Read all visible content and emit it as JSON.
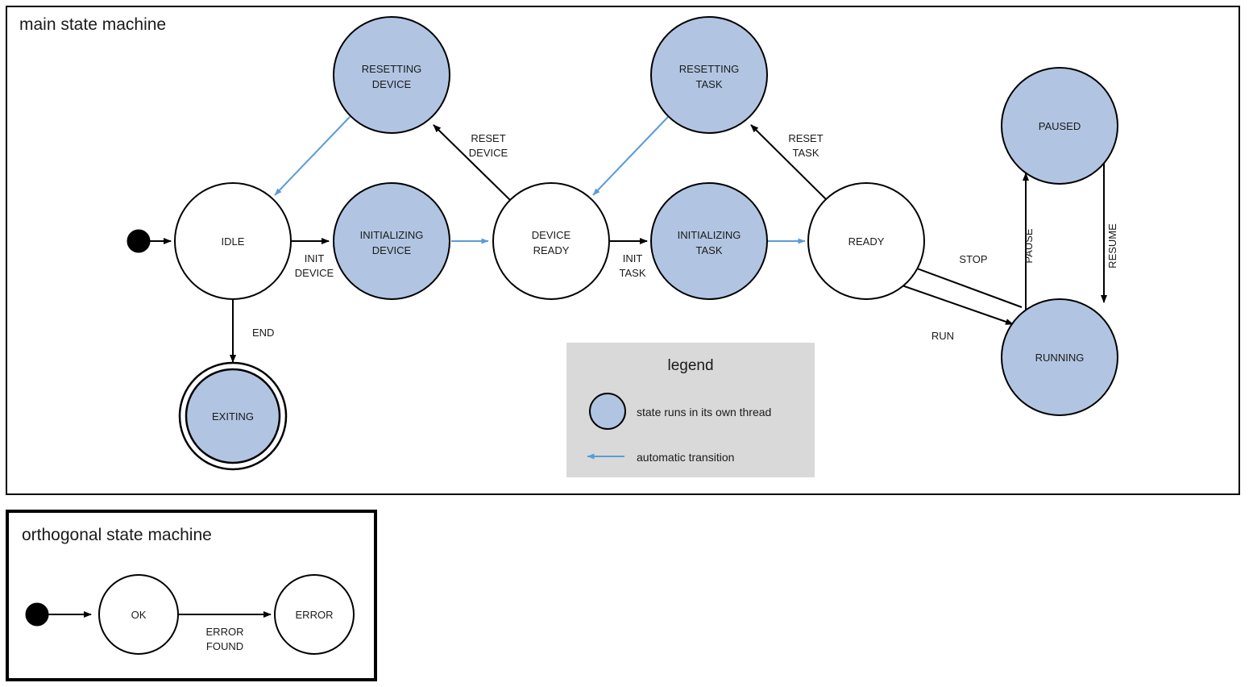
{
  "colors": {
    "thread_state_fill": "#b1c5e2",
    "auto_transition": "#5b9bd5",
    "stroke": "#000000",
    "legend_bg": "#d9d9d9",
    "page_bg": "#ffffff"
  },
  "panels": {
    "main": {
      "title": "main state machine"
    },
    "orthogonal": {
      "title": "orthogonal state machine"
    }
  },
  "legend": {
    "title": "legend",
    "items": [
      {
        "icon": "blue-circle-swatch",
        "text": "state runs in its own thread"
      },
      {
        "icon": "blue-arrow-left",
        "text": "automatic transition"
      }
    ]
  },
  "main_states": [
    {
      "id": "idle",
      "label": "IDLE",
      "threaded": false,
      "final": false
    },
    {
      "id": "initializing-device",
      "label": "INITIALIZING\nDEVICE",
      "threaded": true,
      "final": false
    },
    {
      "id": "device-ready",
      "label": "DEVICE\nREADY",
      "threaded": false,
      "final": false
    },
    {
      "id": "initializing-task",
      "label": "INITIALIZING\nTASK",
      "threaded": true,
      "final": false
    },
    {
      "id": "ready",
      "label": "READY",
      "threaded": false,
      "final": false
    },
    {
      "id": "resetting-device",
      "label": "RESETTING\nDEVICE",
      "threaded": true,
      "final": false
    },
    {
      "id": "resetting-task",
      "label": "RESETTING\nTASK",
      "threaded": true,
      "final": false
    },
    {
      "id": "paused",
      "label": "PAUSED",
      "threaded": true,
      "final": false
    },
    {
      "id": "running",
      "label": "RUNNING",
      "threaded": true,
      "final": false
    },
    {
      "id": "exiting",
      "label": "EXITING",
      "threaded": true,
      "final": true
    }
  ],
  "main_transitions": [
    {
      "from": "initial",
      "to": "idle",
      "label": "",
      "automatic": false
    },
    {
      "from": "idle",
      "to": "initializing-device",
      "label": "INIT\nDEVICE",
      "automatic": false
    },
    {
      "from": "initializing-device",
      "to": "device-ready",
      "label": "",
      "automatic": true
    },
    {
      "from": "device-ready",
      "to": "initializing-task",
      "label": "INIT\nTASK",
      "automatic": false
    },
    {
      "from": "initializing-task",
      "to": "ready",
      "label": "",
      "automatic": true
    },
    {
      "from": "device-ready",
      "to": "resetting-device",
      "label": "RESET\nDEVICE",
      "automatic": false
    },
    {
      "from": "resetting-device",
      "to": "idle",
      "label": "",
      "automatic": true
    },
    {
      "from": "ready",
      "to": "resetting-task",
      "label": "RESET\nTASK",
      "automatic": false
    },
    {
      "from": "resetting-task",
      "to": "device-ready",
      "label": "",
      "automatic": true
    },
    {
      "from": "ready",
      "to": "running",
      "label": "RUN",
      "automatic": false
    },
    {
      "from": "running",
      "to": "ready",
      "label": "STOP",
      "automatic": false
    },
    {
      "from": "running",
      "to": "paused",
      "label": "PAUSE",
      "automatic": false
    },
    {
      "from": "paused",
      "to": "running",
      "label": "RESUME",
      "automatic": false
    },
    {
      "from": "idle",
      "to": "exiting",
      "label": "END",
      "automatic": false
    }
  ],
  "orthogonal_states": [
    {
      "id": "ok",
      "label": "OK",
      "threaded": false,
      "final": false
    },
    {
      "id": "error",
      "label": "ERROR",
      "threaded": false,
      "final": false
    }
  ],
  "orthogonal_transitions": [
    {
      "from": "initial",
      "to": "ok",
      "label": "",
      "automatic": false
    },
    {
      "from": "ok",
      "to": "error",
      "label": "ERROR\nFOUND",
      "automatic": false
    }
  ],
  "labels": {
    "main_title": "main state machine",
    "orthogonal_title": "orthogonal state machine",
    "legend_title": "legend",
    "legend_thread": "state runs in its own thread",
    "legend_auto": "automatic transition",
    "idle": "IDLE",
    "initializing_device_1": "INITIALIZING",
    "initializing_device_2": "DEVICE",
    "device_ready_1": "DEVICE",
    "device_ready_2": "READY",
    "initializing_task_1": "INITIALIZING",
    "initializing_task_2": "TASK",
    "ready": "READY",
    "resetting_device_1": "RESETTING",
    "resetting_device_2": "DEVICE",
    "resetting_task_1": "RESETTING",
    "resetting_task_2": "TASK",
    "paused": "PAUSED",
    "running": "RUNNING",
    "exiting": "EXITING",
    "ok": "OK",
    "error": "ERROR",
    "t_init_device_1": "INIT",
    "t_init_device_2": "DEVICE",
    "t_init_task_1": "INIT",
    "t_init_task_2": "TASK",
    "t_reset_device_1": "RESET",
    "t_reset_device_2": "DEVICE",
    "t_reset_task_1": "RESET",
    "t_reset_task_2": "TASK",
    "t_run": "RUN",
    "t_stop": "STOP",
    "t_pause": "PAUSE",
    "t_resume": "RESUME",
    "t_end": "END",
    "t_error_found_1": "ERROR",
    "t_error_found_2": "FOUND"
  }
}
